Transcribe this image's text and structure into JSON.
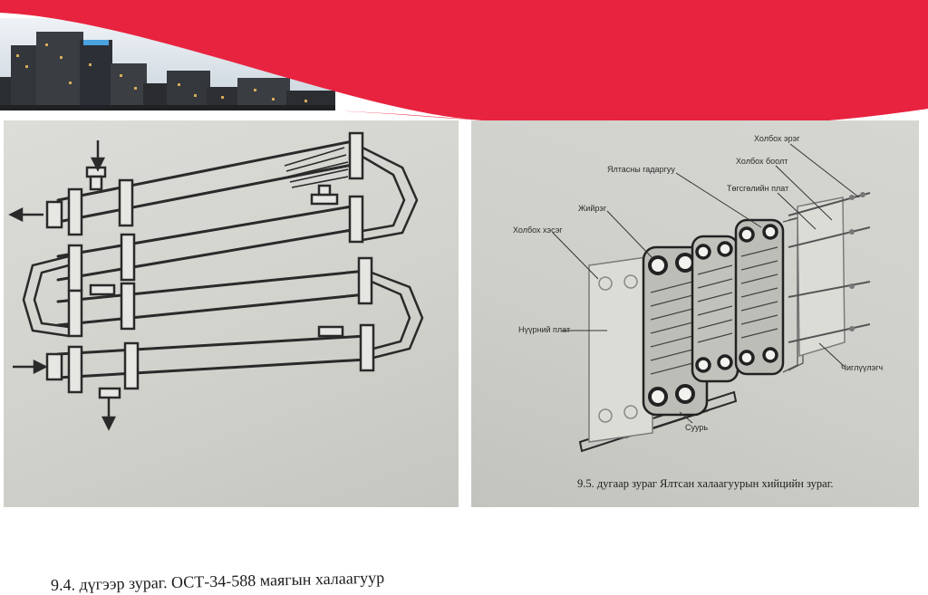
{
  "colors": {
    "banner_red": "#e8233f",
    "photo_bg": "#d3d3ce",
    "ink": "#2a2a2a"
  },
  "left_figure": {
    "caption": "9.4. дүгээр зураг. ОСТ-34-588 маягын халаагуур"
  },
  "right_figure": {
    "caption": "9.5. дугаар зураг Ялтсан халаагуурын хийцийн зураг.",
    "labels": {
      "connection_screw": "Холбох эрэг",
      "connection_bolt": "Холбох боолт",
      "plate_cover": "Ялтасны гадаргуу",
      "end_plate": "Төгсгөлийн плат",
      "gasket": "Жийрэг",
      "connection_part": "Холбох хэсэг",
      "main_plate": "Нүүрний плат",
      "clamp": "Чиглүүлэгч",
      "base": "Суурь"
    }
  }
}
